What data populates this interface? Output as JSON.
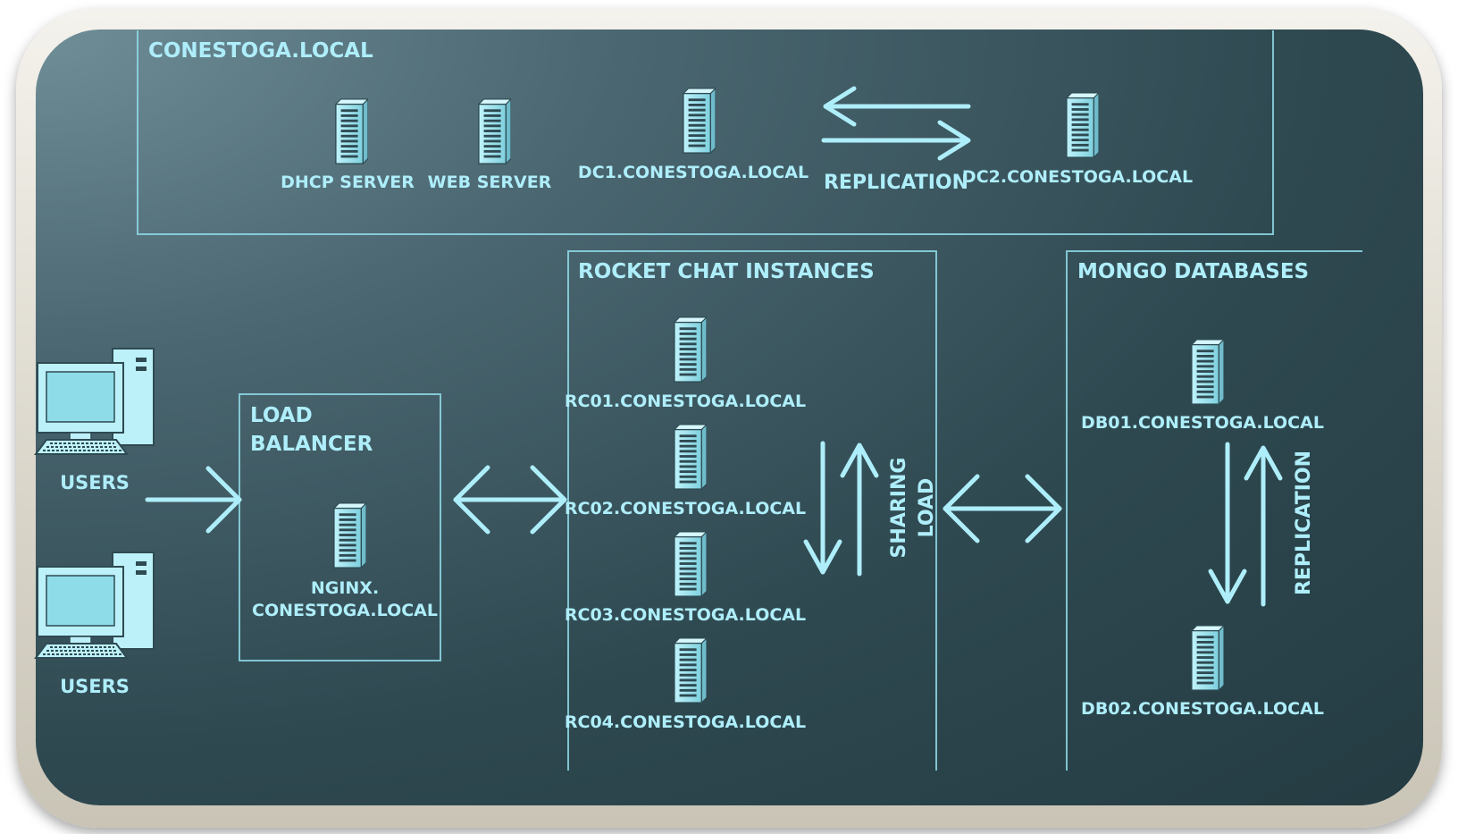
{
  "groups": {
    "domain": "CONESTOGA.LOCAL",
    "load_balancer_line1": "LOAD",
    "load_balancer_line2": "BALANCER",
    "rocket_chat": "ROCKET CHAT INSTANCES",
    "mongo": "MONGO DATABASES"
  },
  "servers": {
    "dhcp": "DHCP SERVER",
    "web": "WEB SERVER",
    "dc1": "DC1.CONESTOGA.LOCAL",
    "dc2": "DC2.CONESTOGA.LOCAL",
    "nginx_line1": "NGINX.",
    "nginx_line2": "CONESTOGA.LOCAL",
    "rc01": "RC01.CONESTOGA.LOCAL",
    "rc02": "RC02.CONESTOGA.LOCAL",
    "rc03": "RC03.CONESTOGA.LOCAL",
    "rc04": "RC04.CONESTOGA.LOCAL",
    "db01": "DB01.CONESTOGA.LOCAL",
    "db02": "DB02.CONESTOGA.LOCAL"
  },
  "clients": {
    "users_top": "USERS",
    "users_bottom": "USERS"
  },
  "connections": {
    "dc_replication": "REPLICATION",
    "sharing_line1": "SHARING",
    "sharing_line2": "LOAD",
    "db_replication": "REPLICATION"
  },
  "colors": {
    "accent": "#aeeefa",
    "line": "#7fd3e0",
    "panel_dark": "#243b42",
    "panel_light": "#6f8e98"
  },
  "icons": {
    "server": "server-tower-icon",
    "client": "desktop-computer-icon"
  }
}
